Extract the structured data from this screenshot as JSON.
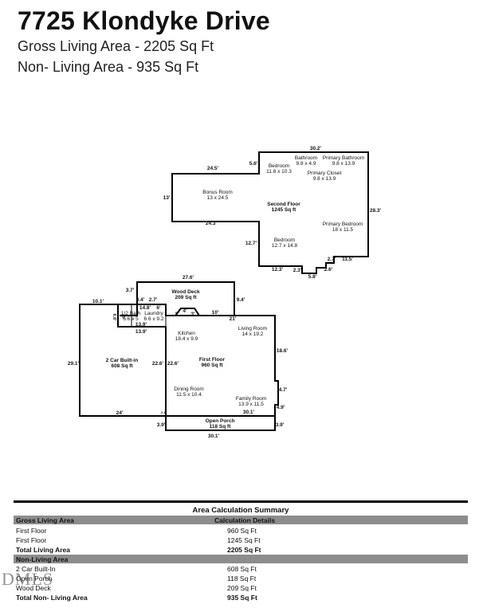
{
  "header": {
    "address": "7725 Klondyke Drive",
    "gross_living": "Gross Living Area - 2205 Sq Ft",
    "non_living": "Non- Living Area - 935 Sq Ft"
  },
  "second_floor": {
    "title": "Second Floor",
    "area": "1245 Sq ft",
    "rooms": [
      {
        "name": "Bathroom",
        "dims": "9.8 x 4.9"
      },
      {
        "name": "Primary Bathroom",
        "dims": "9.8 x 13.9"
      },
      {
        "name": "Bedroom",
        "dims": "11.8 x 10.3"
      },
      {
        "name": "Primary Closet",
        "dims": "9.8 x 13.9"
      },
      {
        "name": "Bonus Room",
        "dims": "13 x 24.5"
      },
      {
        "name": "Primary Bedroom",
        "dims": "18 x 11.5"
      },
      {
        "name": "Bedroom",
        "dims": "12.7 x 14.8"
      }
    ],
    "dims": [
      "30.2'",
      "5.6'",
      "24.5'",
      "13'",
      "28.3'",
      "24.3'",
      "12.7'",
      "2.7'",
      "11.5'",
      "12.3'",
      "2.3'",
      "2.6'",
      "5.8'"
    ]
  },
  "first_floor": {
    "title": "First Floor",
    "area": "960 Sq ft",
    "rooms": [
      {
        "name": "Kitchen",
        "dims": "18.4 x 9.9"
      },
      {
        "name": "Living Room",
        "dims": "14 x 19.2"
      },
      {
        "name": "Dining Room",
        "dims": "11.5 x 10.4"
      },
      {
        "name": "Family Room",
        "dims": "13.9 x 11.5"
      },
      {
        "name": "1/2 Bath",
        "dims": "6.6 x 5"
      },
      {
        "name": "Laundry",
        "dims": "6.6 x 9.2"
      }
    ],
    "dims": [
      "21'",
      "18.6'",
      "4.7'",
      "4.9'",
      "30.1'",
      "22.6'",
      "3'",
      "4'",
      "3'",
      "10'",
      "13.9'",
      "13.9'",
      "14.8'",
      "6'",
      "5'",
      "6.6'"
    ]
  },
  "wood_deck": {
    "title": "Wood Deck",
    "area": "209 Sq ft",
    "dims": [
      "27.6'",
      "3.7'",
      "3.4'",
      "2.7'",
      "9.4'"
    ]
  },
  "garage": {
    "title": "2 Car Built-in",
    "area": "608 Sq ft",
    "dims": [
      "10.1'",
      "29.1'",
      "24'",
      "22.6'",
      "2.1'"
    ]
  },
  "porch": {
    "title": "Open Porch",
    "area": "118 Sq ft",
    "dims": [
      "3.9'",
      "3.9'",
      "30.1'"
    ]
  },
  "summary": {
    "title": "Area Calculation Summary",
    "gla_header": "Gross Living Area",
    "calc_header": "Calculation Details",
    "gla_rows": [
      {
        "label": "First Floor",
        "value": "960 Sq Ft"
      },
      {
        "label": "First Floor",
        "value": "1245 Sq Ft"
      }
    ],
    "gla_total": {
      "label": "Total Living Area",
      "value": "2205 Sq Ft"
    },
    "nla_header": "Non-Living Area",
    "nla_rows": [
      {
        "label": "2 Car Built-In",
        "value": "608 Sq Ft"
      },
      {
        "label": "Open Porch",
        "value": "118 Sq Ft"
      },
      {
        "label": "Wood Deck",
        "value": "209 Sq Ft"
      }
    ],
    "nla_total": {
      "label": "Total Non- Living Area",
      "value": "935 Sq Ft"
    }
  },
  "watermark": "DMLS"
}
